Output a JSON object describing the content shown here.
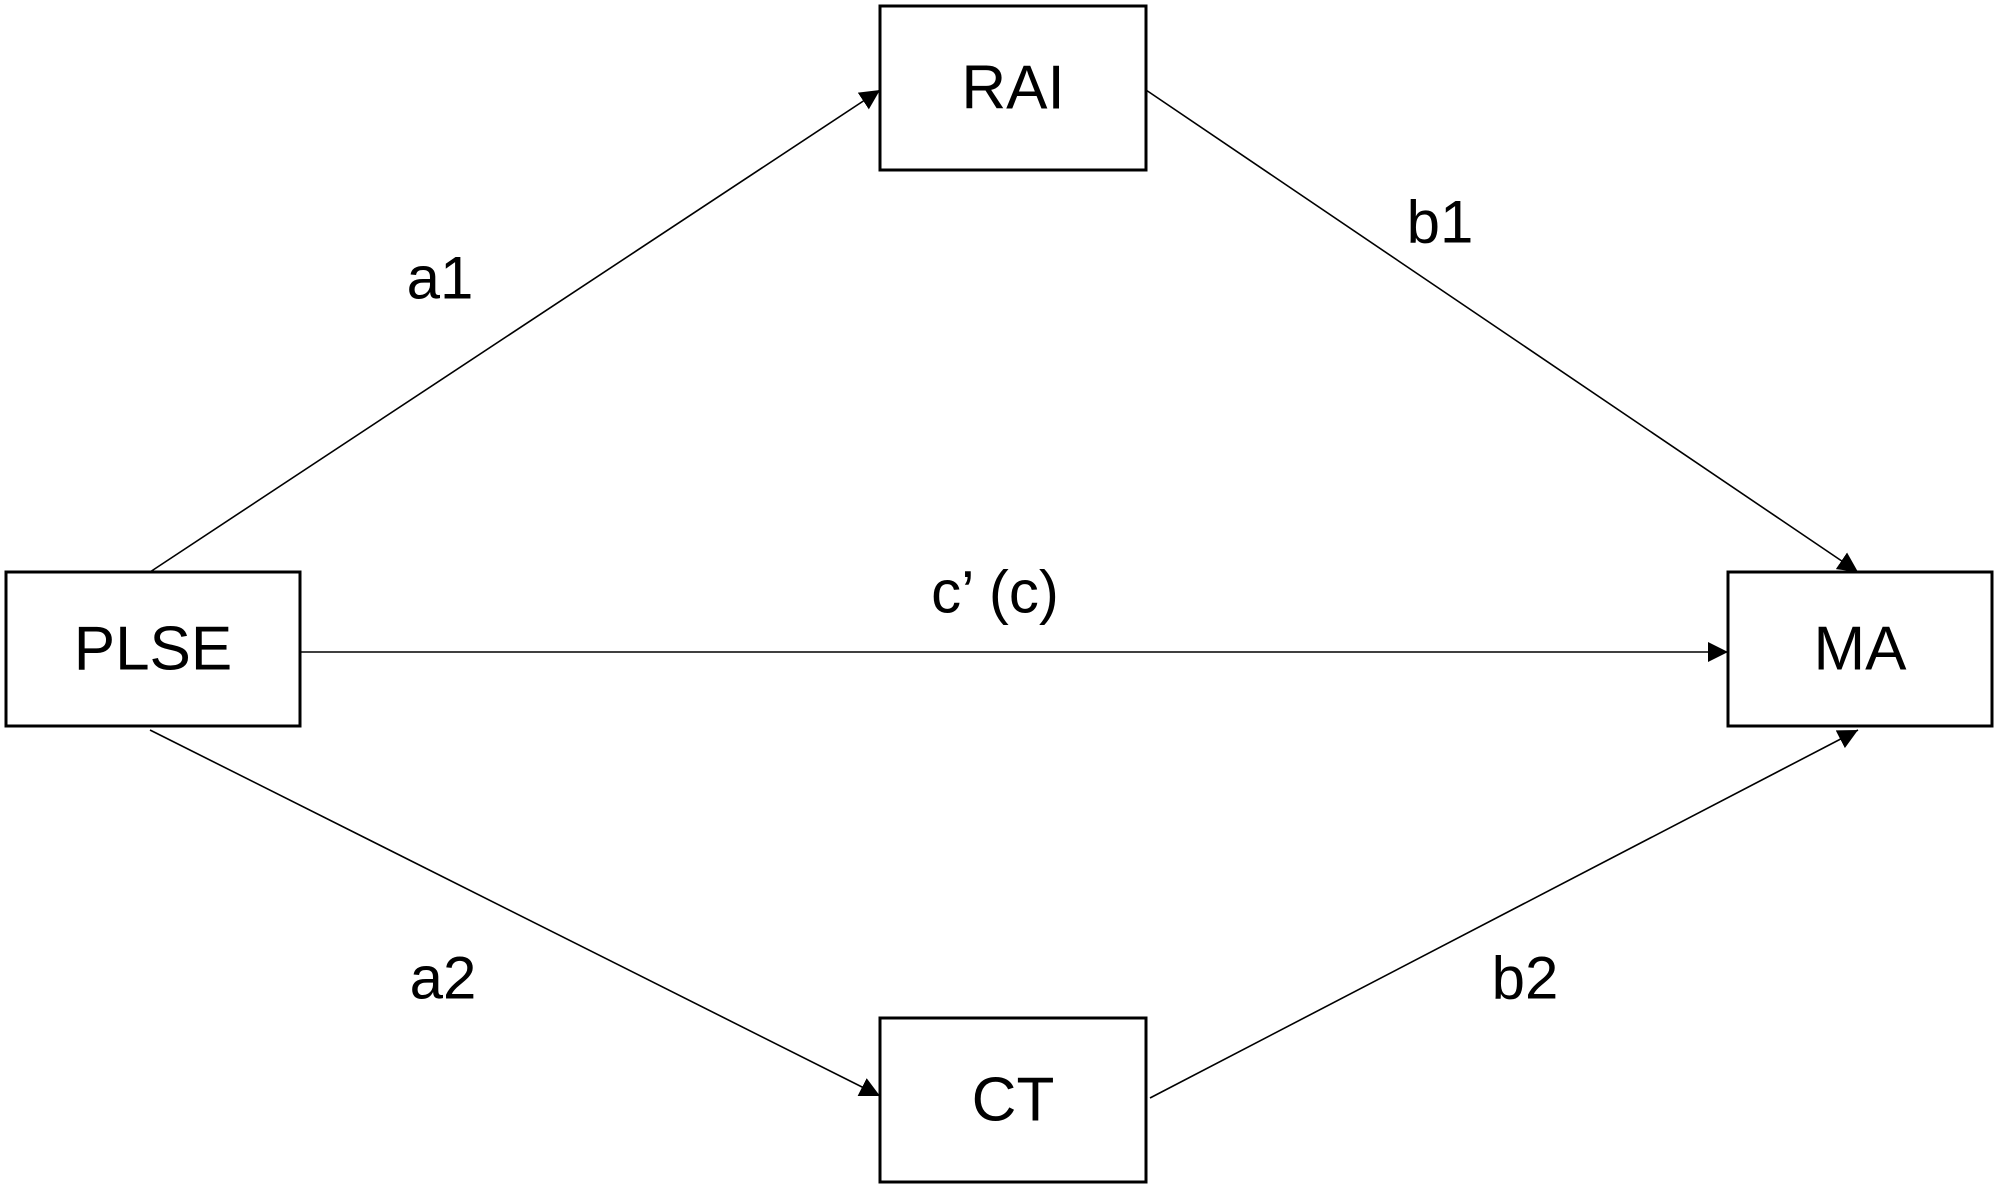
{
  "nodes": {
    "plse": "PLSE",
    "rai": "RAI",
    "ct": "CT",
    "ma": "MA"
  },
  "paths": {
    "a1": "a1",
    "b1": "b1",
    "a2": "a2",
    "b2": "b2",
    "direct": "c’ (c)"
  }
}
